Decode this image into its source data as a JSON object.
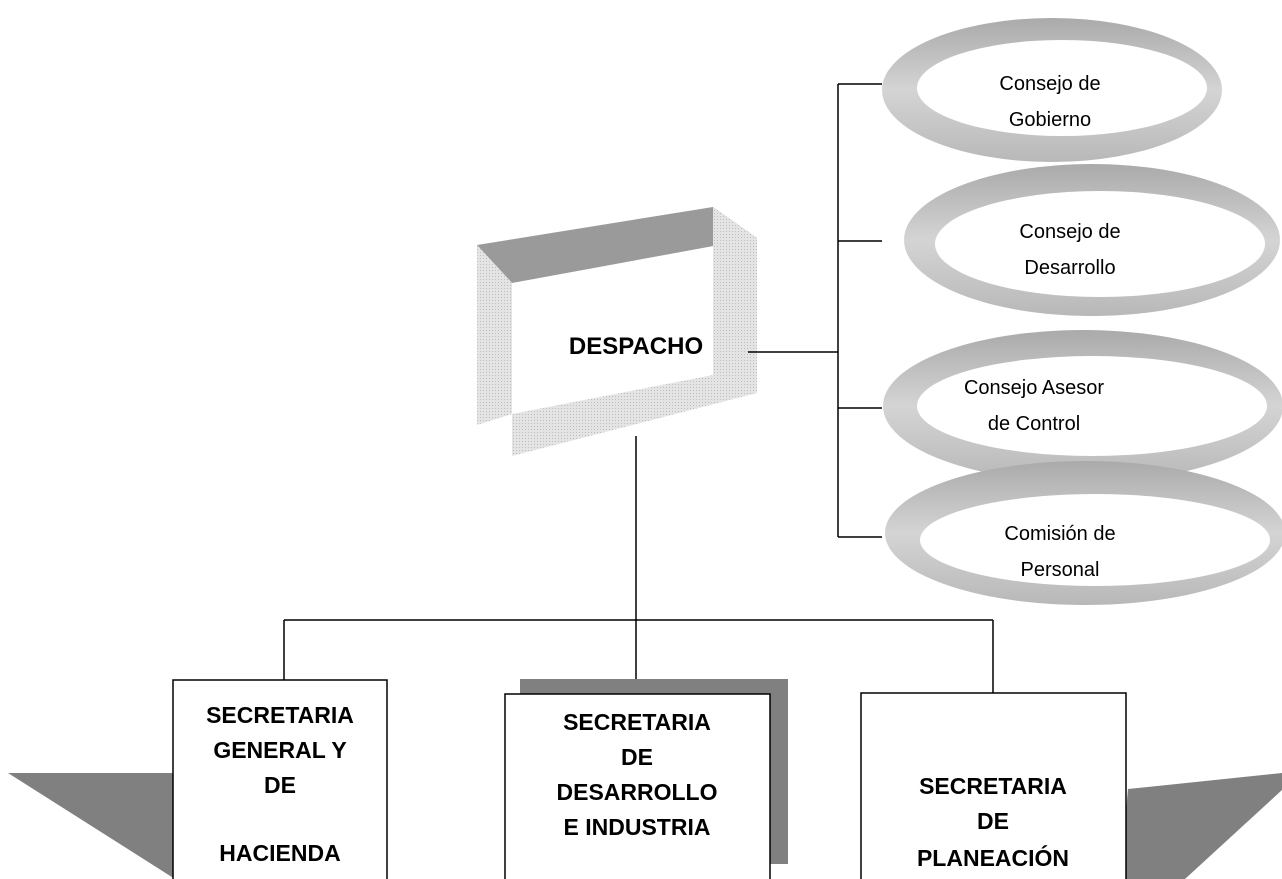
{
  "diagram": {
    "despacho": {
      "label": "DESPACHO"
    },
    "councils": [
      {
        "line1": "Consejo de",
        "line2": "Gobierno"
      },
      {
        "line1": "Consejo de",
        "line2": "Desarrollo"
      },
      {
        "line1": "Consejo Asesor",
        "line2": "de Control"
      },
      {
        "line1": "Comisión de",
        "line2": "Personal"
      }
    ],
    "secretarias": [
      {
        "lines": [
          "SECRETARIA",
          "GENERAL Y",
          "DE",
          "HACIENDA"
        ]
      },
      {
        "lines": [
          "SECRETARIA",
          "DE",
          "DESARROLLO",
          "E INDUSTRIA"
        ]
      },
      {
        "lines": [
          "SECRETARIA",
          "DE",
          "PLANEACIÓN"
        ]
      }
    ],
    "colors": {
      "line": "#000000",
      "bevel_dark": "#999999",
      "bevel_light": "#e6e6e6",
      "ring": "#c8c8c8",
      "shadow": "#808080",
      "box_fill": "#ffffff"
    }
  }
}
